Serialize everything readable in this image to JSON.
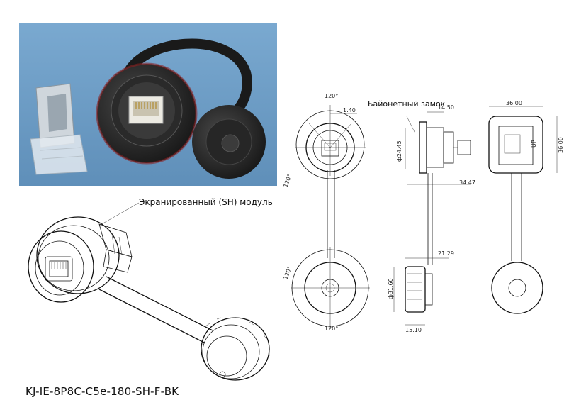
{
  "labels": {
    "shielded_module": "Экранированный (SH) модуль",
    "bayonet_lock": "Байонетный замок",
    "model_number": "KJ-IE-8P8C-C5e-180-SH-F-BK"
  },
  "dimensions": {
    "angle_top": "120°",
    "angle_left_top": "120°",
    "angle_left_bottom": "120°",
    "angle_bottom": "120°",
    "offset_140": "1.40",
    "width_1450": "14.50",
    "diameter_2445": "ф24.45",
    "length_3447": "34.47",
    "length_2129": "21.29",
    "diameter_3160": "ф31.60",
    "width_1510": "15.10",
    "width_3600": "36.00",
    "height_3600": "36.00",
    "up_mark": "UP"
  },
  "colors": {
    "photo_bg": "#6f9fc8",
    "connector_dark": "#222222"
  }
}
